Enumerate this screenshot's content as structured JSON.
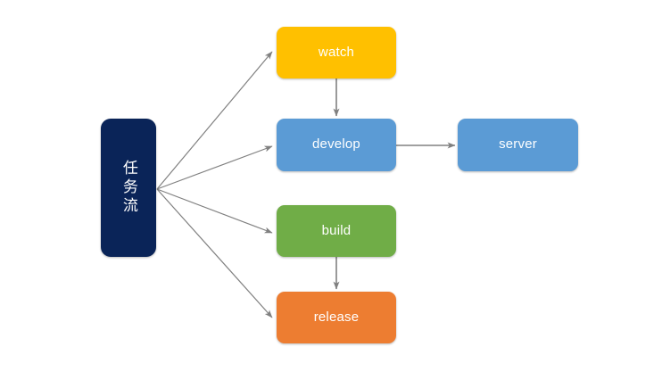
{
  "diagram": {
    "background_color": "#ffffff",
    "edge_color": "#808080",
    "nodes": [
      {
        "id": "source",
        "label": "任务流",
        "color": "#0a2458",
        "text_color": "#ffffff",
        "orientation": "vertical"
      },
      {
        "id": "watch",
        "label": "watch",
        "color": "#ffc000",
        "text_color": "#ffffff",
        "orientation": "horizontal"
      },
      {
        "id": "develop",
        "label": "develop",
        "color": "#5b9bd5",
        "text_color": "#ffffff",
        "orientation": "horizontal"
      },
      {
        "id": "server",
        "label": "server",
        "color": "#5b9bd5",
        "text_color": "#ffffff",
        "orientation": "horizontal"
      },
      {
        "id": "build",
        "label": "build",
        "color": "#70ad47",
        "text_color": "#ffffff",
        "orientation": "horizontal"
      },
      {
        "id": "release",
        "label": "release",
        "color": "#ed7d31",
        "text_color": "#ffffff",
        "orientation": "horizontal"
      }
    ],
    "edges": [
      {
        "from": "source",
        "to": "watch",
        "label": ""
      },
      {
        "from": "source",
        "to": "develop",
        "label": ""
      },
      {
        "from": "source",
        "to": "build",
        "label": ""
      },
      {
        "from": "source",
        "to": "release",
        "label": ""
      },
      {
        "from": "watch",
        "to": "develop",
        "label": ""
      },
      {
        "from": "develop",
        "to": "server",
        "label": ""
      },
      {
        "from": "build",
        "to": "release",
        "label": ""
      }
    ]
  }
}
